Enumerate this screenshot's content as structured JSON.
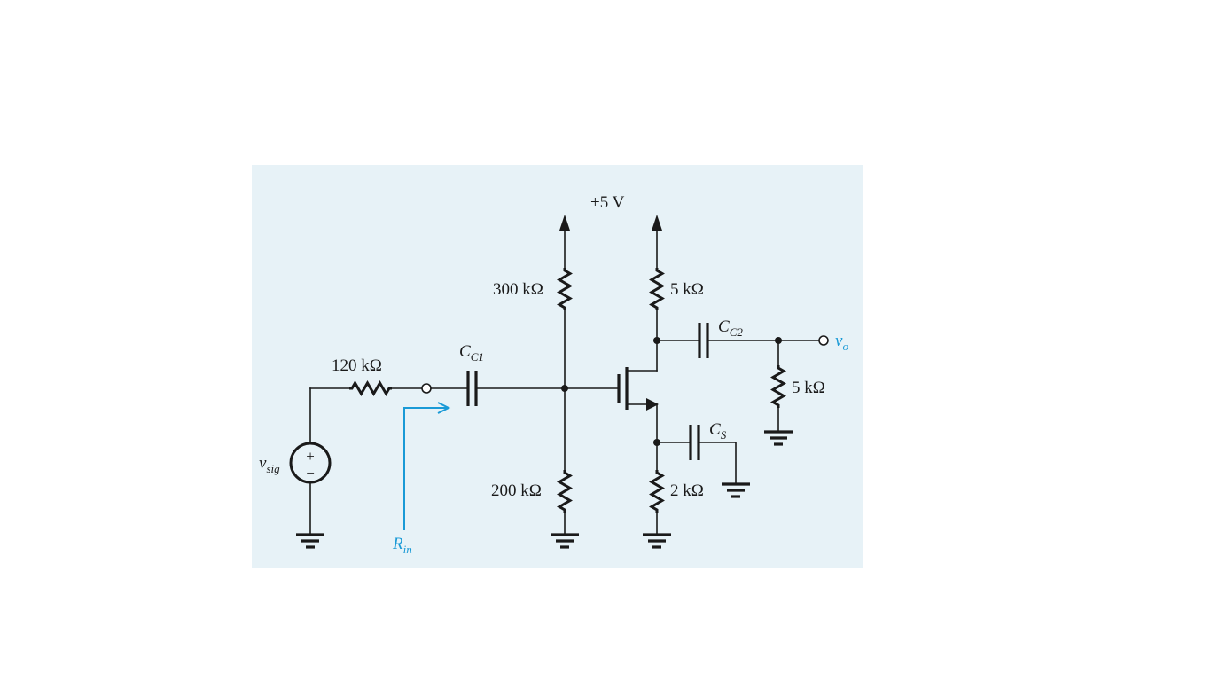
{
  "colors": {
    "panel_background": "#e7f2f7",
    "wire": "#1a1a1a",
    "accent_blue": "#1a9ad6"
  },
  "labels": {
    "supply": "+5 V",
    "r_sig": "120  kΩ",
    "r_g1": "300 kΩ",
    "r_g2": "200 kΩ",
    "r_d": "5 kΩ",
    "r_s": "2 kΩ",
    "r_load": "5 kΩ",
    "cc1_main": "C",
    "cc1_sub": "C1",
    "cc2_main": "C",
    "cc2_sub": "C2",
    "cs_main": "C",
    "cs_sub": "S",
    "vsig_main": "v",
    "vsig_sub": "sig",
    "vo_main": "v",
    "vo_sub": "o",
    "rin_main": "R",
    "rin_sub": "in",
    "source_plus": "+",
    "source_minus": "−"
  },
  "icons": {
    "ground": "ground-symbol-icon",
    "mosfet": "n-channel-mosfet-icon",
    "source": "voltage-source-icon",
    "arrow": "supply-arrow-icon"
  }
}
